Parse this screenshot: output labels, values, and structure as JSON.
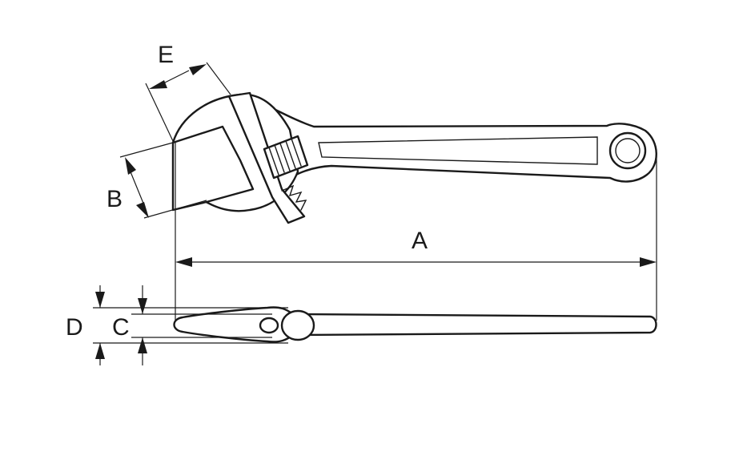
{
  "diagram": {
    "labels": {
      "A": "A",
      "B": "B",
      "C": "C",
      "D": "D",
      "E": "E"
    }
  }
}
